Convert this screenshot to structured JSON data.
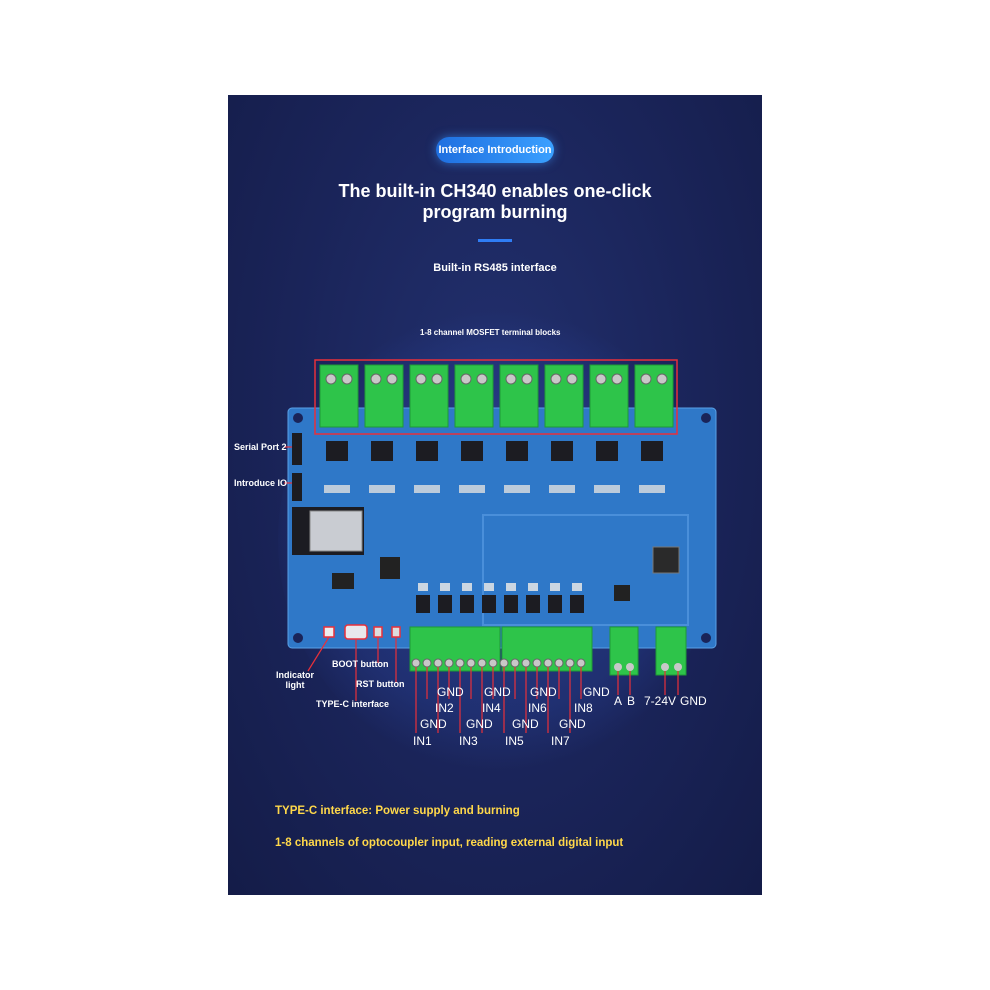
{
  "header": {
    "badge": "Interface Introduction",
    "headline_line1": "The built-in CH340 enables one-click",
    "headline_line2": "program burning",
    "subtitle": "Built-in RS485 interface"
  },
  "callouts": {
    "mosfet": "1-8 channel MOSFET terminal blocks",
    "serial_port_2": "Serial Port 2",
    "introduce_io": "Introduce IO",
    "indicator_line1": "Indicator",
    "indicator_line2": "light",
    "boot_button": "BOOT button",
    "rst_button": "RST button",
    "typec": "TYPE-C interface"
  },
  "terminals": {
    "gnd1": "GND",
    "in1": "IN1",
    "gnd2": "GND",
    "in2": "IN2",
    "gnd3": "GND",
    "in3": "IN3",
    "gnd4": "GND",
    "in4": "IN4",
    "gnd5": "GND",
    "in5": "IN5",
    "gnd6": "GND",
    "in6": "IN6",
    "gnd7": "GND",
    "in7": "IN7",
    "gnd8": "GND",
    "in8": "IN8",
    "a": "A",
    "b": "B",
    "power": "7-24V",
    "power_gnd": "GND"
  },
  "notes": {
    "typec_note": "TYPE-C interface: Power supply and burning",
    "input_note": "1-8 channels of optocoupler input, reading external digital input"
  },
  "colors": {
    "background": "#1a2459",
    "pcb": "#2f78c8",
    "terminal": "#2ec44a",
    "highlight": "#e8303a",
    "note_text": "#ffd84a",
    "badge": "#2f7df5"
  }
}
